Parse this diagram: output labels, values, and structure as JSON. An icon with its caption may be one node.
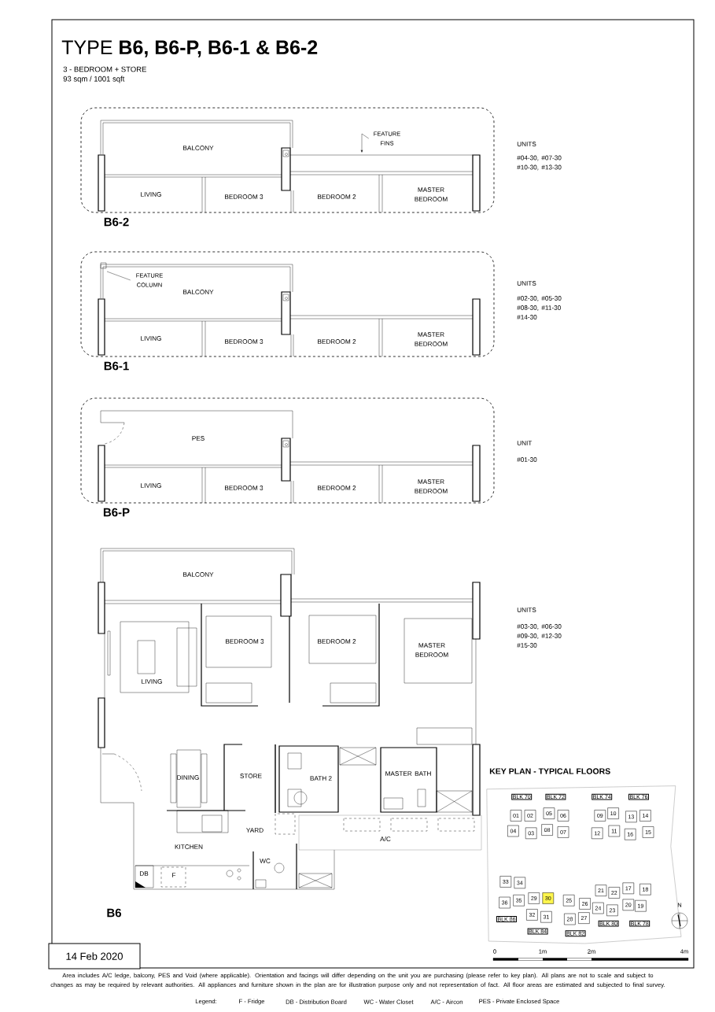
{
  "diagram": {
    "title": "TYPE **B6, B6-P, B6-1 & B6-2**",
    "nodes": [
      {
        "text": [
          "FEATURE FINS"
        ]
      },
      {
        "text": [
          "FEATURE COLUMN"
        ]
      },
      {
        "text": [
          "14 Feb 2020"
        ]
      },
      {
        "text": [
          "BLK 70"
        ]
      },
      {
        "text": [
          "BLK 72"
        ]
      },
      {
        "text": [
          "BLK 74"
        ]
      },
      {
        "text": [
          "BLK 76"
        ]
      },
      {
        "text": [
          "01"
        ]
      },
      {
        "text": [
          "02"
        ]
      },
      {
        "text": [
          "05"
        ]
      },
      {
        "text": [
          "06"
        ]
      },
      {
        "text": [
          "09"
        ]
      },
      {
        "text": [
          "10"
        ]
      },
      {
        "text": [
          "13"
        ]
      },
      {
        "text": [
          "14"
        ]
      },
      {
        "text": [
          "04"
        ]
      },
      {
        "text": [
          "03"
        ]
      },
      {
        "text": [
          "08"
        ]
      },
      {
        "text": [
          "07"
        ]
      },
      {
        "text": [
          "12"
        ]
      },
      {
        "text": [
          "11"
        ]
      },
      {
        "text": [
          "16"
        ]
      },
      {
        "text": [
          "15"
        ]
      },
      {
        "text": [
          "33"
        ]
      },
      {
        "text": [
          "34"
        ]
      },
      {
        "text": [
          "21"
        ]
      },
      {
        "text": [
          "22"
        ]
      },
      {
        "text": [
          "17"
        ]
      },
      {
        "text": [
          "18"
        ]
      },
      {
        "text": [
          "36"
        ]
      },
      {
        "text": [
          "35"
        ]
      },
      {
        "text": [
          "29"
        ]
      },
      {
        "text": [
          "30"
        ]
      },
      {
        "text": [
          "25"
        ]
      },
      {
        "text": [
          "26"
        ]
      },
      {
        "text": [
          "24"
        ]
      },
      {
        "text": [
          "23"
        ]
      },
      {
        "text": [
          "20"
        ]
      },
      {
        "text": [
          "19"
        ]
      },
      {
        "text": [
          "32"
        ]
      },
      {
        "text": [
          "31"
        ]
      },
      {
        "text": [
          "28"
        ]
      },
      {
        "text": [
          "27"
        ]
      },
      {
        "text": [
          "BLK 86"
        ]
      },
      {
        "text": [
          "BLK 84"
        ]
      },
      {
        "text": [
          "BLK 82"
        ]
      },
      {
        "text": [
          "BLK 80"
        ]
      },
      {
        "text": [
          "BLK 78"
        ]
      }
    ],
    "edges": [
      {
        "from": 0,
        "to": null,
        "arrow": "to"
      },
      {
        "from": 1,
        "to": null,
        "arrow": "none"
      }
    ],
    "labels": [
      "3 - BEDROOM + STORE",
      "93 sqm / 1001 sqft",
      "BALCONY",
      "LIVING",
      "BEDROOM 3",
      "BEDROOM 2",
      "MASTER BEDROOM",
      "B6-2",
      "UNITS",
      "#04-30, #07-30 #10-30, #13-30",
      "BALCONY",
      "LIVING",
      "BEDROOM 3",
      "BEDROOM 2",
      "MASTER BEDROOM",
      "B6-1",
      "UNITS",
      "#02-30, #05-30 #08-30, #11-30 #14-30",
      "PES",
      "LIVING",
      "BEDROOM 3",
      "BEDROOM 2",
      "MASTER BEDROOM",
      "B6-P",
      "UNIT",
      "#01-30",
      "BALCONY",
      "BEDROOM 3",
      "BEDROOM 2",
      "MASTER BEDROOM",
      "LIVING",
      "DINING",
      "STORE",
      "BATH 2",
      "MASTER BATH",
      "YARD",
      "A/C",
      "KITCHEN",
      "WC",
      "DB",
      "F",
      "B6",
      "UNITS",
      "#03-30, #06-30 #09-30, #12-30 #15-30",
      "KEY PLAN - TYPICAL FLOORS",
      "0",
      "1m",
      "2m",
      "4m",
      "N",
      "Area includes A/C ledge, balcony, PES and Void (where applicable). Orientation and facings will differ depending on the unit you are purchasing (please refer to key plan). All plans are not to scale and subject to changes as may be required by relevant authorities. All appliances and furniture shown in the plan are for illustration purpose only and not representation of fact. All floor areas are estimated and subjected to final survey.",
      "Legend:",
      "F - Fridge",
      "DB - Distribution Board",
      "WC - Water Closet",
      "A/C - Aircon",
      "PES - Private Enclosed Space"
    ]
  }
}
